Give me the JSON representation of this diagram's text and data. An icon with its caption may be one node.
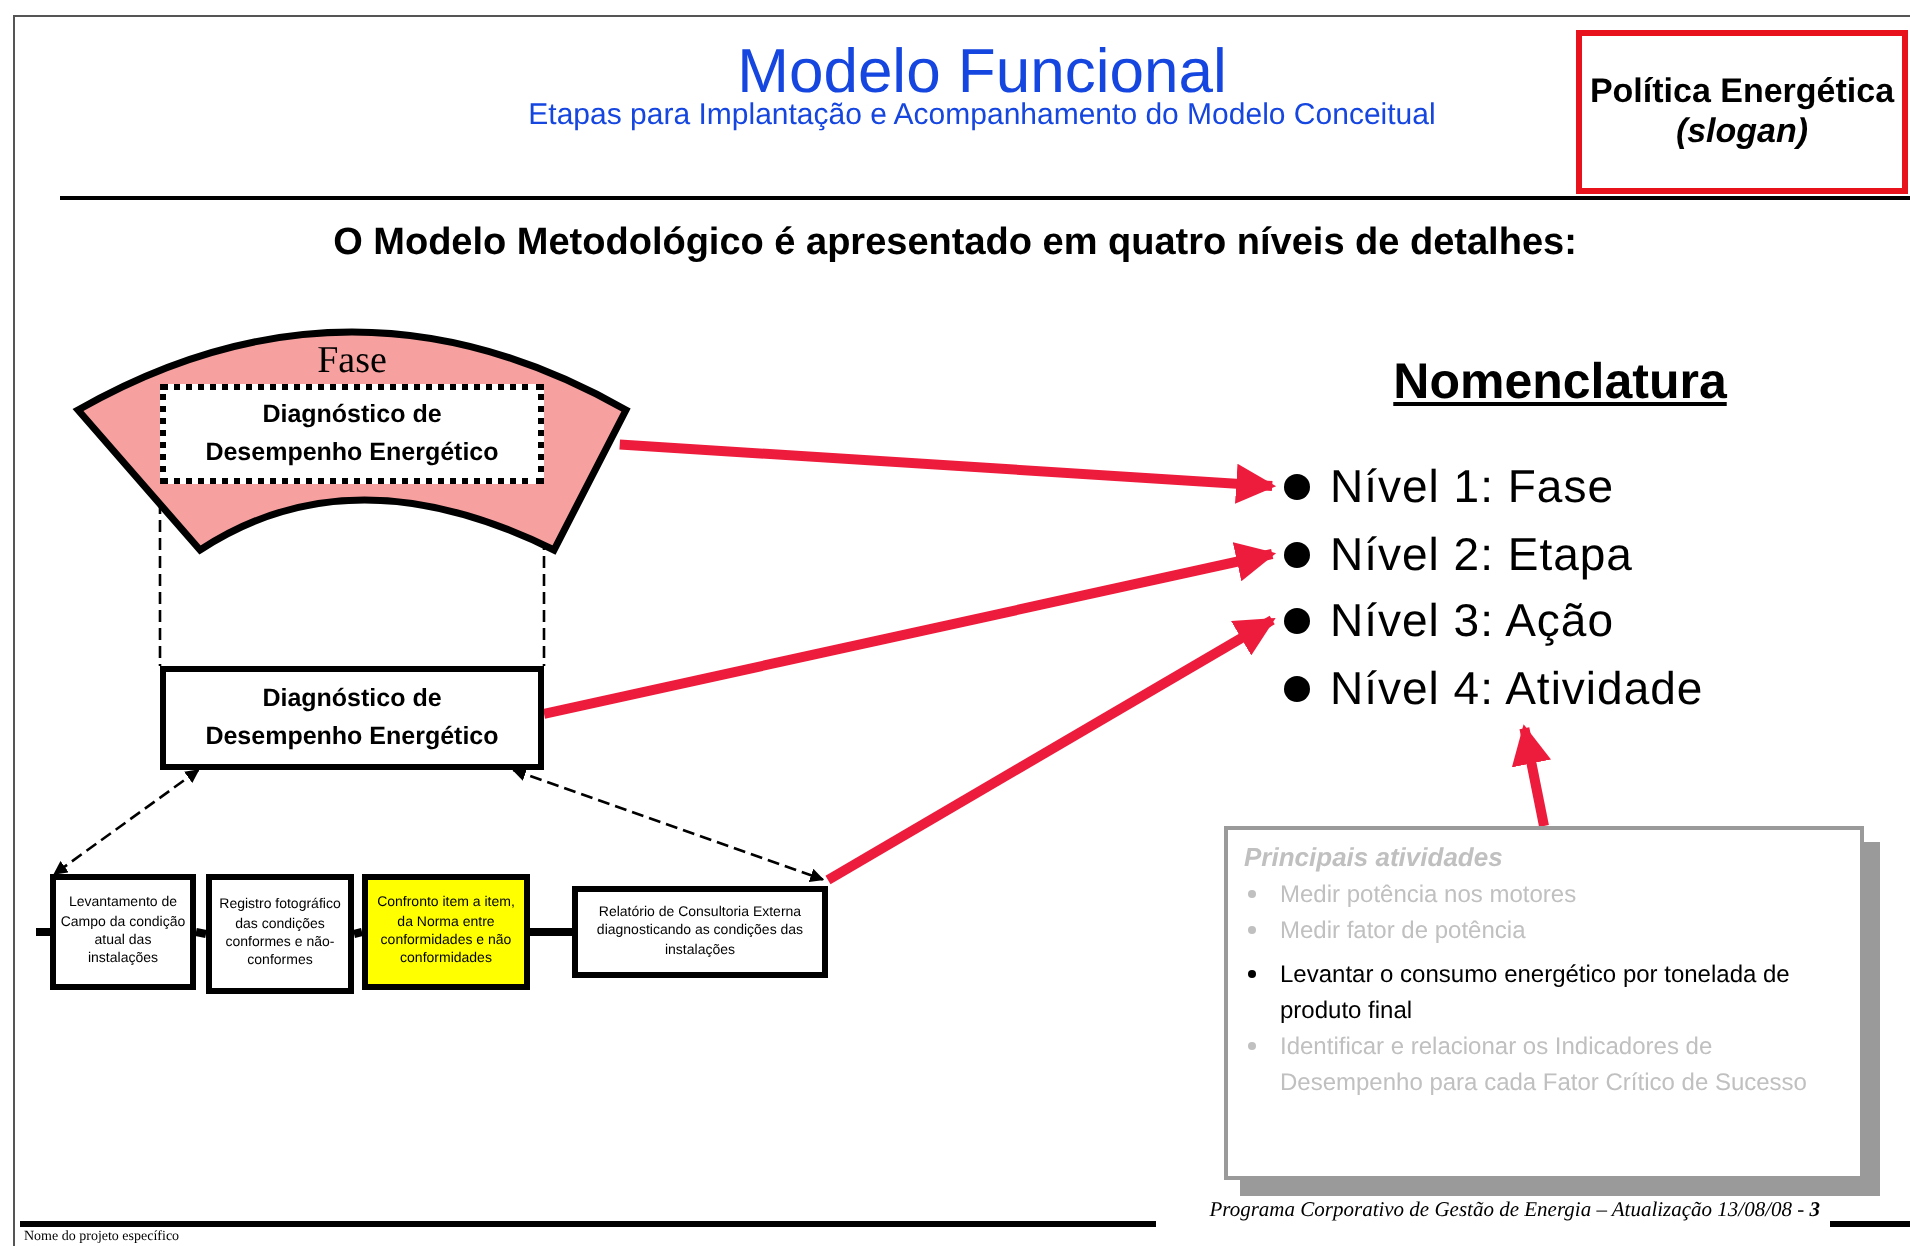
{
  "diagram": {
    "title": "Modelo Funcional",
    "nodes": [
      {
        "text": [
          "Política Energética",
          "(slogan)"
        ]
      },
      {
        "text": [
          "Fase"
        ]
      },
      {
        "text": [
          "Diagnóstico de Desempenho Energético"
        ],
        "in": 1
      },
      {
        "text": [
          "Diagnóstico de Desempenho Energético"
        ]
      },
      {
        "text": [
          "Levantamento de Campo da condição atual das instalações"
        ]
      },
      {
        "text": [
          "Registro fotográfico das condições conformes e não-conformes"
        ]
      },
      {
        "text": [
          "Confronto item a item, da Norma entre conformidades e não conformidades"
        ]
      },
      {
        "text": [
          "Relatório de Consultoria Externa diagnosticando as condições das instalações"
        ]
      },
      {
        "text": [
          "Nível 1: Fase"
        ]
      },
      {
        "text": [
          "Nível 2: Etapa"
        ]
      },
      {
        "text": [
          "Nível 3: Ação"
        ]
      },
      {
        "text": [
          "Nível 4: Atividade"
        ]
      },
      {
        "text": [
          "Principais atividades",
          "Medir potência nos motores",
          "Medir fator de potência",
          "Levantar o consumo energético por tonelada de produto final",
          "Identificar e relacionar os Indicadores de Desempenho para cada Fator Crítico de Sucesso"
        ]
      }
    ],
    "edges": [
      {
        "from": 1,
        "to": 8,
        "arrow": "to",
        "color": "#ee1c3c"
      },
      {
        "from": 3,
        "to": 9,
        "arrow": "to",
        "color": "#ee1c3c"
      },
      {
        "from": 7,
        "to": 10,
        "arrow": "to",
        "color": "#ee1c3c"
      },
      {
        "from": 12,
        "to": 11,
        "arrow": "to",
        "color": "#ee1c3c"
      },
      {
        "from": 2,
        "to": 3,
        "arrow": "none",
        "style": "dashed"
      },
      {
        "from": 2,
        "to": 3,
        "arrow": "none",
        "style": "dashed"
      },
      {
        "from": 3,
        "to": 4,
        "arrow": "both",
        "style": "dashed"
      },
      {
        "from": 3,
        "to": 7,
        "arrow": "both",
        "style": "dashed"
      },
      {
        "from": null,
        "to": 4,
        "arrow": "none"
      },
      {
        "from": 4,
        "to": 5,
        "arrow": "none"
      },
      {
        "from": 5,
        "to": 6,
        "arrow": "none"
      },
      {
        "from": 6,
        "to": 7,
        "arrow": "none"
      }
    ],
    "labels": [
      "Etapas para Implantação e Acompanhamento do Modelo Conceitual",
      "O Modelo Metodológico é apresentado em quatro níveis de detalhes:",
      "Nomenclatura",
      "Nome do projeto específico",
      "Programa Corporativo de Gestão de Energia – Atualização 13/08/08 - **3**"
    ]
  }
}
